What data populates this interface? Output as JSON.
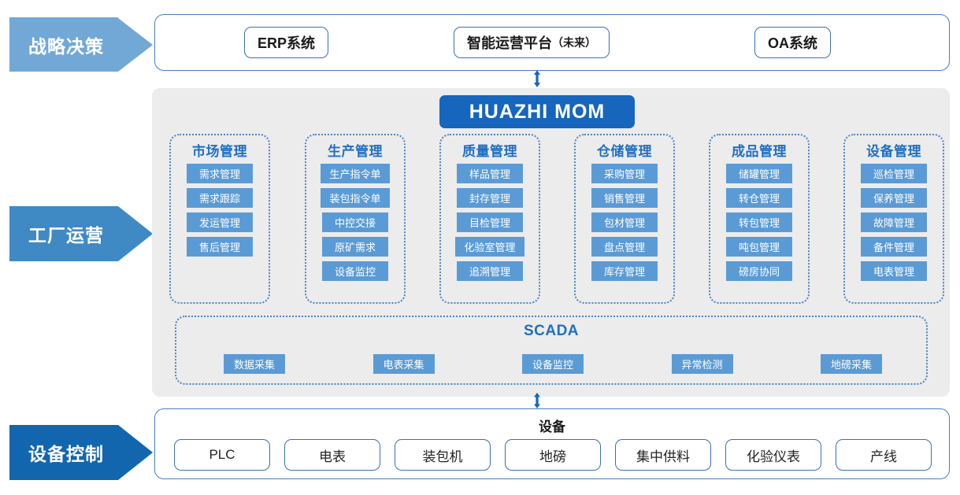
{
  "layers": [
    {
      "id": "strategy",
      "label": "战略决策",
      "color": "#72A8D6"
    },
    {
      "id": "factory",
      "label": "工厂运营",
      "color": "#3F89C4"
    },
    {
      "id": "control",
      "label": "设备控制",
      "color": "#1266AE"
    }
  ],
  "strategy_panel": {
    "systems": [
      {
        "label": "ERP系统",
        "suffix": ""
      },
      {
        "label": "智能运营平台",
        "suffix": "（未来）"
      },
      {
        "label": "OA系统",
        "suffix": ""
      }
    ]
  },
  "mom": {
    "label": "HUAZHI   MOM",
    "color": "#1566BC"
  },
  "connectors": {
    "top_arrow": "double-arrow-vertical",
    "bottom_arrow": "double-arrow-vertical"
  },
  "modules": [
    {
      "title": "市场管理",
      "items": [
        "需求管理",
        "需求跟踪",
        "发运管理",
        "售后管理"
      ]
    },
    {
      "title": "生产管理",
      "items": [
        "生产指令单",
        "装包指令单",
        "中控交接",
        "原矿需求",
        "设备监控"
      ]
    },
    {
      "title": "质量管理",
      "items": [
        "样品管理",
        "封存管理",
        "目检管理",
        "化验室管理",
        "追溯管理"
      ]
    },
    {
      "title": "仓储管理",
      "items": [
        "采购管理",
        "销售管理",
        "包材管理",
        "盘点管理",
        "库存管理"
      ]
    },
    {
      "title": "成品管理",
      "items": [
        "储罐管理",
        "转仓管理",
        "转包管理",
        "吨包管理",
        "磅房协同"
      ]
    },
    {
      "title": "设备管理",
      "items": [
        "巡检管理",
        "保养管理",
        "故障管理",
        "备件管理",
        "电表管理"
      ]
    }
  ],
  "scada": {
    "title": "SCADA",
    "items": [
      "数据采集",
      "电表采集",
      "设备监控",
      "异常检测",
      "地磅采集"
    ]
  },
  "equipment_panel": {
    "title": "设备",
    "items": [
      "PLC",
      "电表",
      "装包机",
      "地磅",
      "集中供料",
      "化验仪表",
      "产线"
    ]
  },
  "colors": {
    "tile_blue": "#5B9BD5",
    "title_blue": "#1F6FC4",
    "panel_border": "#4A7EBB",
    "gray_panel": "#ECECEC"
  }
}
